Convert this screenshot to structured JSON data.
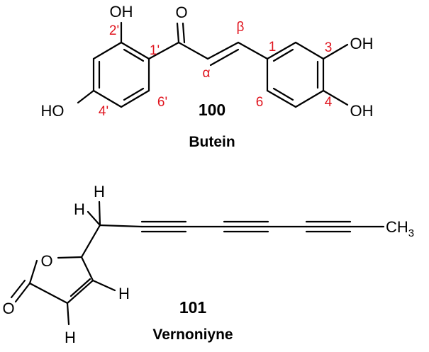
{
  "compounds": [
    {
      "id": "100",
      "name": "Butein",
      "atoms": {
        "oh_top": "OH",
        "ketone_o": "O",
        "ho_left": "HO",
        "oh_3": "OH",
        "oh_4": "OH"
      },
      "locants": {
        "p2": "2'",
        "p1": "1'",
        "p4": "4'",
        "p6": "6'",
        "alpha": "α",
        "beta": "β",
        "n1": "1",
        "n3": "3",
        "n4": "4",
        "n6": "6"
      }
    },
    {
      "id": "101",
      "name": "Vernoniyne",
      "atoms": {
        "h_top": "H",
        "h_left": "H",
        "ring_o": "O",
        "carbonyl_o": "O",
        "h_c3": "H",
        "h_c4": "H",
        "ch3_c": "CH",
        "ch3_sub": "3"
      }
    }
  ],
  "colors": {
    "bonds": "#000000",
    "locants": "#e0141e"
  }
}
